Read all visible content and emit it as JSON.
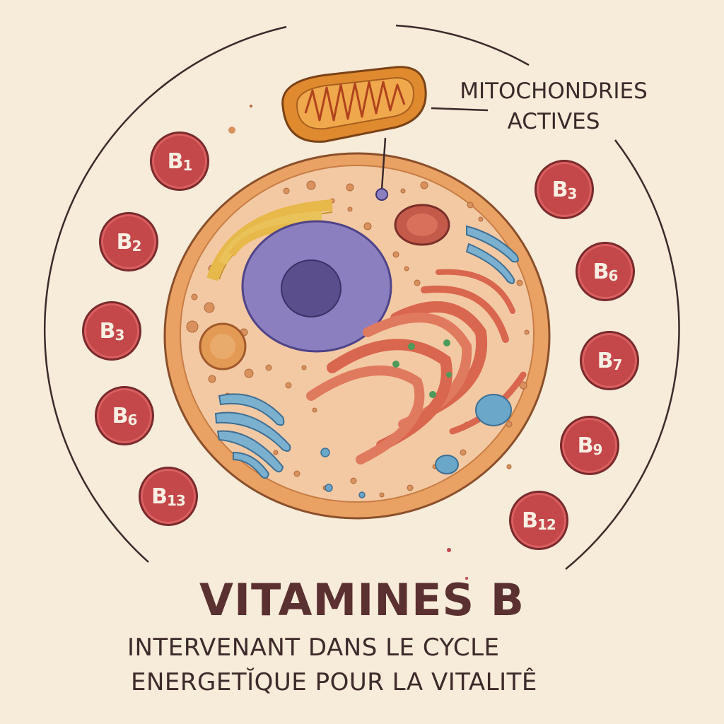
{
  "callout": {
    "line1": "MITOCHONDRIES",
    "line2": "ACTIVES"
  },
  "title": "VITAMINES B",
  "subtitle": {
    "line1": "INTERVENANT DANS LE CYCLE",
    "line2": "ENERGETĬQUE POUR LA VITALITÊ"
  },
  "badges_left": [
    {
      "letter": "B",
      "num": "1"
    },
    {
      "letter": "B",
      "num": "2"
    },
    {
      "letter": "B",
      "num": "3"
    },
    {
      "letter": "B",
      "num": "6"
    },
    {
      "letter": "B",
      "num": "13"
    }
  ],
  "badges_right": [
    {
      "letter": "B",
      "num": "3"
    },
    {
      "letter": "B",
      "num": "6"
    },
    {
      "letter": "B",
      "num": "7"
    },
    {
      "letter": "B",
      "num": "9"
    },
    {
      "letter": "B",
      "num": "12"
    }
  ],
  "colors": {
    "background": "#f7ebd9",
    "badge": "#c4474a",
    "cell_membrane": "#e9a264",
    "cytoplasm": "#f3c9a4",
    "nucleus": "#8c7fc0",
    "nucleolus": "#5a4f8c",
    "golgi": "#e7b84a",
    "er": "#d9664e",
    "vesicle_blue": "#6aa7c9",
    "mitochondrion": "#e08a2f"
  }
}
